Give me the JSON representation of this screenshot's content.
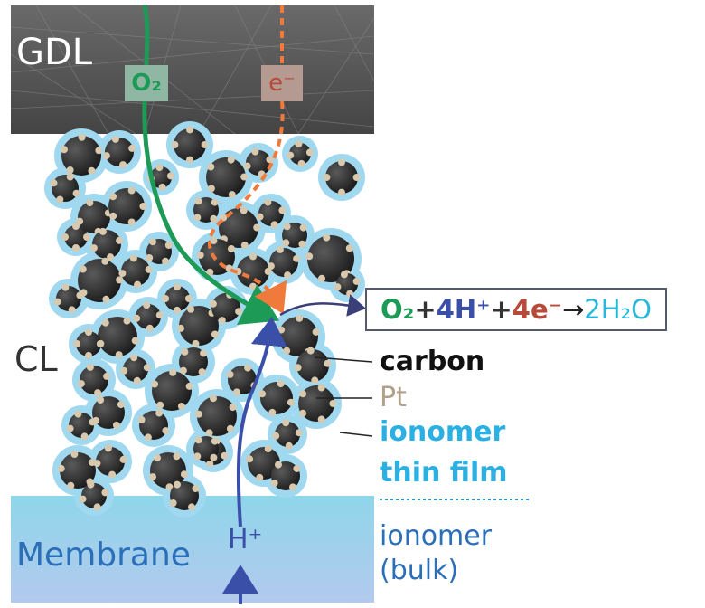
{
  "labels": {
    "gdl": "GDL",
    "cl": "CL",
    "membrane": "Membrane",
    "h_plus": "H⁺",
    "carbon": "carbon",
    "pt": "Pt",
    "ionomer": "ionomer",
    "thin_film": "thin film",
    "ionomer_bulk_1": "ionomer",
    "ionomer_bulk_2": "(bulk)"
  },
  "boxes": {
    "o2": "O₂",
    "electron": "e⁻"
  },
  "equation": {
    "o2": "O₂",
    "plus1": "+",
    "h": "4H⁺",
    "plus2": "+",
    "e": "4e⁻",
    "arrow": "→",
    "water": "2H₂O"
  },
  "colors": {
    "oxygen_path": "#1d9a55",
    "electron_path": "#f07a3c",
    "proton_path": "#3a4fa8",
    "ionomer": "#9fd8ef",
    "membrane_top": "#9ad9ea",
    "membrane_bottom": "#a9c4e8",
    "carbon": "#2b2b2b",
    "pt": "#d8c8ae",
    "gdl": "#5b5b5b"
  }
}
